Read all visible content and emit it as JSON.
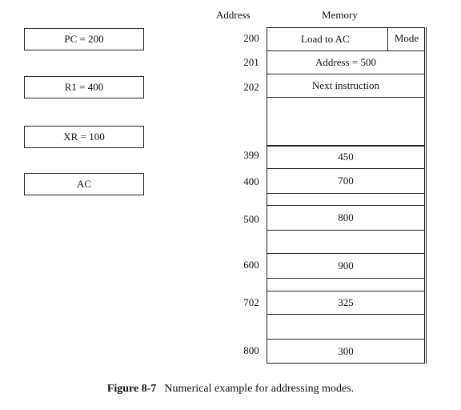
{
  "registers": {
    "pc": "PC = 200",
    "r1": "R1 = 400",
    "xr": "XR = 100",
    "ac": "AC"
  },
  "headers": {
    "address": "Address",
    "memory": "Memory"
  },
  "instruction": {
    "op": "Load to AC",
    "mode": "Mode",
    "address_word": "Address = 500",
    "next": "Next instruction"
  },
  "addresses": [
    "200",
    "201",
    "202",
    "399",
    "400",
    "500",
    "600",
    "702",
    "800"
  ],
  "values": {
    "v399": "450",
    "v400": "700",
    "v500": "800",
    "v600": "900",
    "v702": "325",
    "v800": "300"
  },
  "caption": {
    "label": "Figure 8-7",
    "text": "Numerical example for addressing modes."
  }
}
